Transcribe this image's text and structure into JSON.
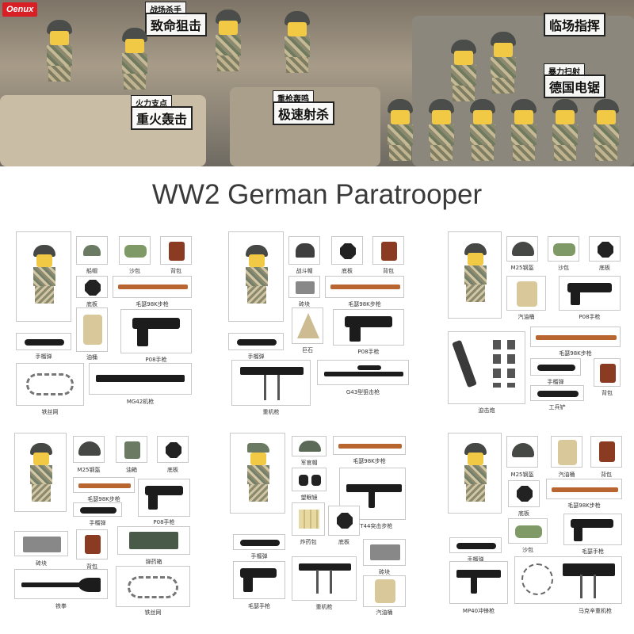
{
  "brand": {
    "logo": "Oenux"
  },
  "banner": {
    "tags": [
      "战场杀手",
      "致命狙击",
      "临场指挥",
      "火力支点",
      "重火轰击",
      "重枪轰鸣",
      "极速射杀",
      "暴力扫射",
      "德国电锯"
    ]
  },
  "title": "WW2 German Paratrooper",
  "colors": {
    "brand_red": "#d91f26",
    "figure_yellow": "#f2c945",
    "camo_light": "#d2c6a4",
    "gun_black": "#1c1c1c",
    "rifle_brown": "#b9652f"
  },
  "panels": [
    {
      "items": [
        "船帽",
        "沙包",
        "背包",
        "底板",
        "毛瑟98K步枪",
        "手榴弹",
        "油桶",
        "P08手枪",
        "铁丝网",
        "MG42机枪"
      ]
    },
    {
      "items": [
        "战斗帽",
        "底板",
        "背包",
        "砖块",
        "毛瑟98K步枪",
        "手榴弹",
        "巨石",
        "P08手枪",
        "重机枪",
        "G43型狙击枪"
      ]
    },
    {
      "items": [
        "M25钢盔",
        "沙包",
        "底板",
        "汽油桶",
        "P08手枪",
        "毛瑟98K步枪",
        "手榴弹",
        "迫击炮",
        "背包",
        "工兵铲"
      ]
    },
    {
      "items": [
        "M25钢盔",
        "油箱",
        "底板",
        "毛瑟98K步枪",
        "P08手枪",
        "手榴弹",
        "砖块",
        "背包",
        "弹药箱",
        "铁拳",
        "铁丝网"
      ]
    },
    {
      "items": [
        "军官帽",
        "毛瑟98K步枪",
        "望眼镜",
        "SGT44突击步枪",
        "炸药包",
        "底板",
        "手榴弹",
        "砖块",
        "毛瑟手枪",
        "重机枪",
        "汽油桶"
      ]
    },
    {
      "items": [
        "M25钢盔",
        "汽油桶",
        "背包",
        "底板",
        "毛瑟98K步枪",
        "沙包",
        "毛瑟手枪",
        "手榴弹",
        "MP40冲锋枪",
        "马克辛重机枪"
      ]
    }
  ]
}
